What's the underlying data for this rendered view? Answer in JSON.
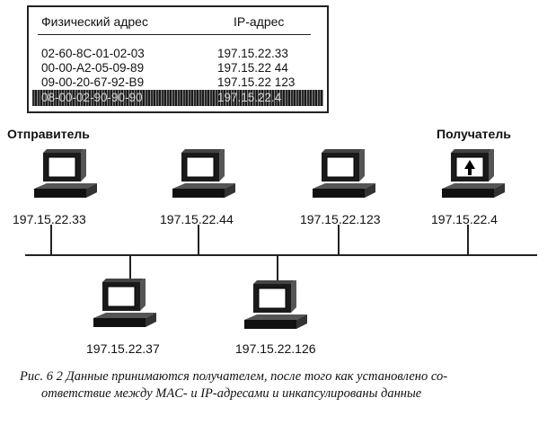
{
  "arp_table": {
    "headers": {
      "mac": "Физический адрес",
      "ip": "IP-адрес"
    },
    "rows": [
      {
        "mac": "02-60-8C-01-02-03",
        "ip": "197.15.22.33"
      },
      {
        "mac": "00-00-A2-05-09-89",
        "ip": "197.15.22 44"
      },
      {
        "mac": "09-00-20-67-92-B9",
        "ip": "197.15.22 123"
      },
      {
        "mac": "08-00-02-90-90-90",
        "ip": "197.15.22.4"
      }
    ]
  },
  "network": {
    "sender_label": "Отправитель",
    "receiver_label": "Получатель",
    "hosts": [
      {
        "ip": "197.15.22.33"
      },
      {
        "ip": "197.15.22.44"
      },
      {
        "ip": "197.15.22.123"
      },
      {
        "ip": "197.15.22.4"
      },
      {
        "ip": "197.15.22.37"
      },
      {
        "ip": "197.15.22.126"
      }
    ]
  },
  "caption": {
    "line1": "Рис. 6 2 Данные принимаются получателем, после того как установлено со-",
    "line2": "ответствие между MAC- и IP-адресами и инкапсулированы данные"
  }
}
